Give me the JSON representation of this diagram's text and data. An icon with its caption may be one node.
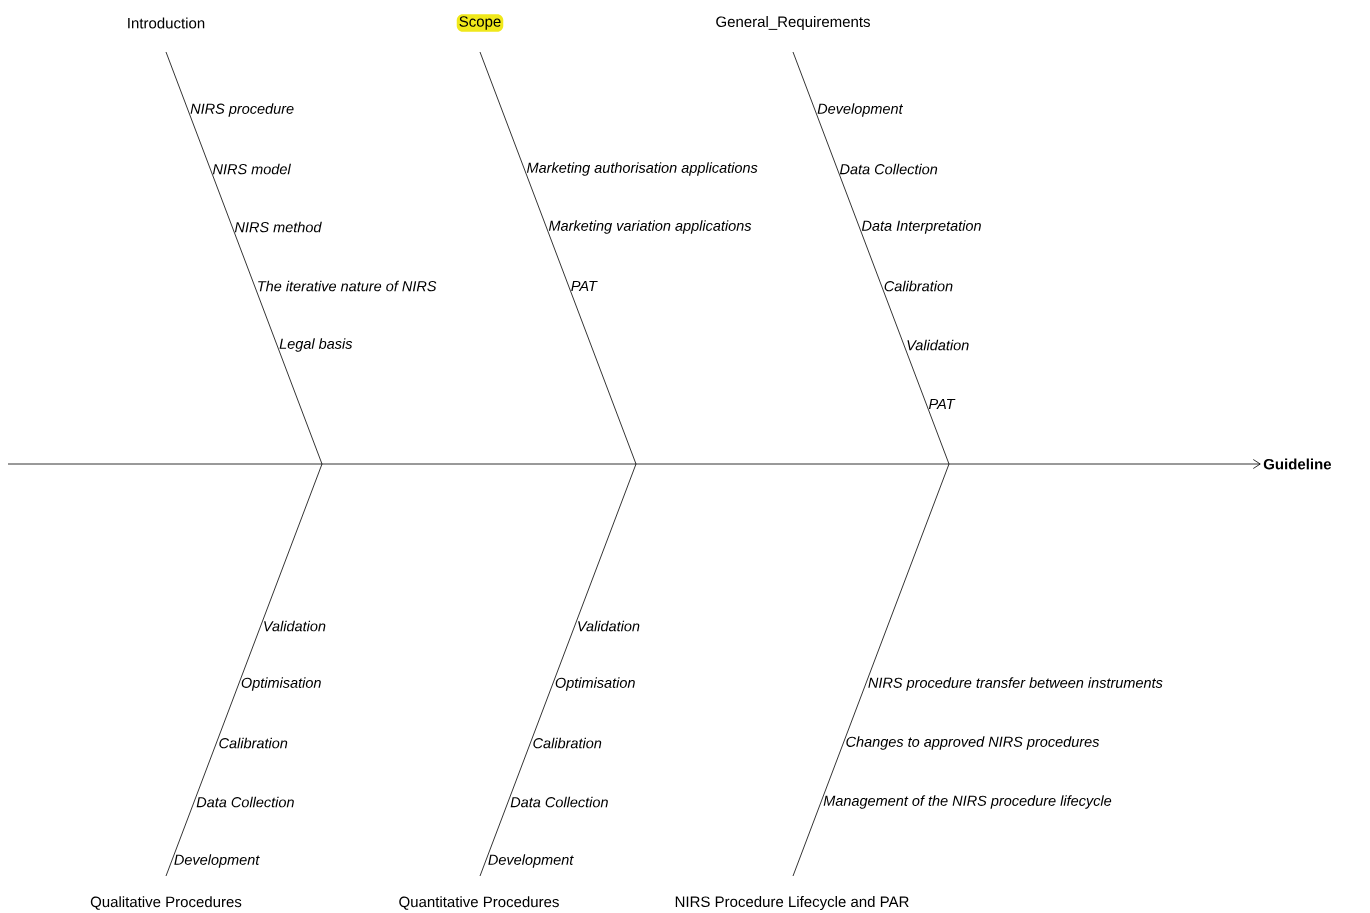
{
  "diagram": {
    "nodes": [
      {
        "text": [
          "Introduction"
        ],
        "beside": [
          "NIRS procedure",
          "NIRS model",
          "NIRS method",
          "The iterative nature of NIRS",
          "Legal basis"
        ]
      },
      {
        "text": [
          "Scope"
        ],
        "beside": [
          "Marketing authorisation applications",
          "Marketing variation applications",
          "PAT"
        ]
      },
      {
        "text": [
          "General_Requirements"
        ],
        "beside": [
          "Development",
          "Data Collection",
          "Data Interpretation",
          "Calibration",
          "Validation",
          "PAT"
        ]
      },
      {
        "text": [
          "Guideline"
        ]
      },
      {
        "text": [
          "Qualitative Procedures"
        ],
        "beside": [
          "Validation",
          "Optimisation",
          "Calibration",
          "Data Collection",
          "Development"
        ]
      },
      {
        "text": [
          "Quantitative Procedures"
        ],
        "beside": [
          "Validation",
          "Optimisation",
          "Calibration",
          "Data Collection",
          "Development"
        ]
      },
      {
        "text": [
          "NIRS Procedure Lifecycle and PAR"
        ],
        "beside": [
          "NIRS procedure transfer between instruments",
          "Changes to approved NIRS procedures",
          "Management of the NIRS procedure lifecycle"
        ]
      }
    ],
    "edges": [
      {
        "from": null,
        "to": 3,
        "arrow": "to"
      },
      {
        "from": 0,
        "to": null,
        "arrow": "none"
      },
      {
        "from": 1,
        "to": null,
        "arrow": "none"
      },
      {
        "from": 2,
        "to": null,
        "arrow": "none"
      },
      {
        "from": 4,
        "to": null,
        "arrow": "none"
      },
      {
        "from": 5,
        "to": null,
        "arrow": "none"
      },
      {
        "from": 6,
        "to": null,
        "arrow": "none"
      }
    ]
  }
}
